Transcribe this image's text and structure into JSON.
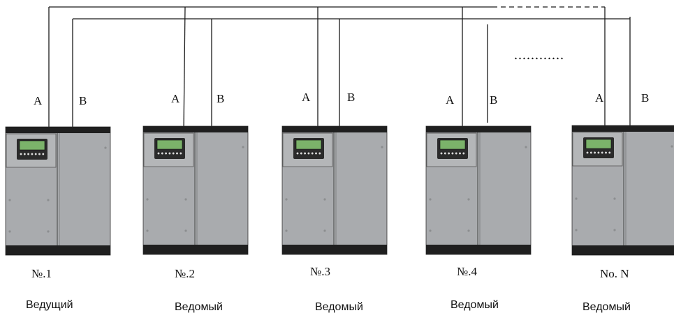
{
  "diagram": {
    "bus_labels": {
      "a": "A",
      "b": "B"
    },
    "ellipsis": "............",
    "units": [
      {
        "number": "№.1",
        "role": "Ведущий"
      },
      {
        "number": "№.2",
        "role": "Ведомый"
      },
      {
        "number": "№.3",
        "role": "Ведомый"
      },
      {
        "number": "№.4",
        "role": "Ведомый"
      },
      {
        "number": "No. N",
        "role": "Ведомый"
      }
    ]
  },
  "colors": {
    "cabinet_body": "#a9abae",
    "cabinet_band": "#1f1f1f",
    "display_screen": "#7bb36a",
    "wire": "#1a1a1a"
  }
}
